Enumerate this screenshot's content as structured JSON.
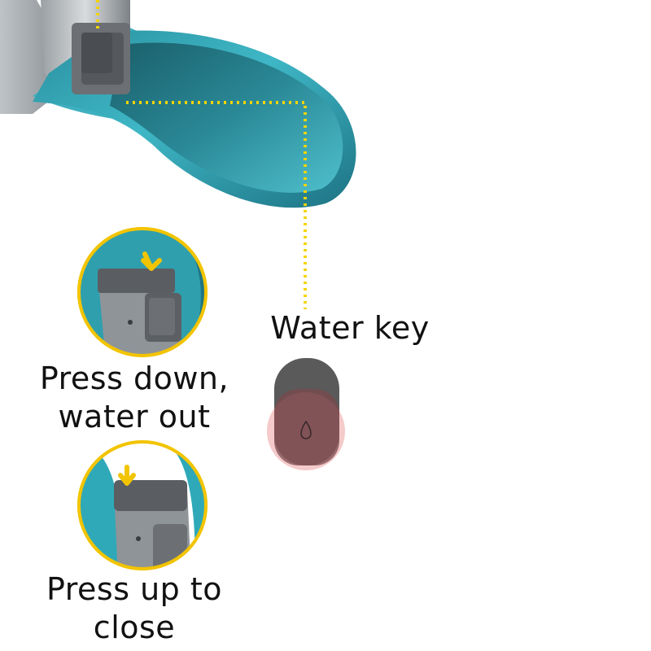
{
  "labels": {
    "water_key": "Water key",
    "press_down_line1": "Press down,",
    "press_down_line2": "water out",
    "press_up_line1": "Press up to",
    "press_up_line2": "close"
  },
  "colors": {
    "bowl_teal": "#2fb3c4",
    "bowl_dark": "#1f6f7f",
    "button_gray": "#5a5a5a",
    "ring_yellow": "#f2c400",
    "callout_yellow": "#f5d400",
    "key_highlight": "#e88a8a",
    "background": "#ffffff"
  },
  "icons": [
    "water-drop-icon",
    "down-arrow-icon"
  ]
}
